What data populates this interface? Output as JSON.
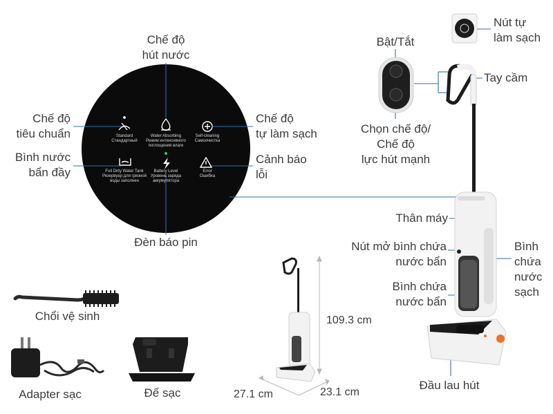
{
  "callouts": {
    "mode_suction_water": [
      "Chế độ",
      "hút nước"
    ],
    "mode_standard": [
      "Chế độ",
      "tiêu chuẩn"
    ],
    "mode_self_clean": [
      "Chế độ",
      "tự làm sạch"
    ],
    "dirty_tank_full": [
      "Bình nước",
      "bẩn đầy"
    ],
    "error_warning": [
      "Cảnh báo",
      "lỗi"
    ],
    "battery_light": "Đèn báo pin",
    "power": "Bật/Tắt",
    "mode_select": [
      "Chọn chế độ/",
      "Chế độ",
      "lực hút mạnh"
    ],
    "self_clean_button": [
      "Nút tự",
      "làm sạch"
    ],
    "handle": "Tay cầm",
    "body": "Thân máy",
    "dirty_tank_release": [
      "Nút mở bình chứa",
      "nước bẩn"
    ],
    "dirty_tank": [
      "Bình chứa",
      "nước bẩn"
    ],
    "clean_tank": [
      "Bình",
      "chứa",
      "nước",
      "sạch"
    ],
    "mop_head": "Đầu lau hút",
    "brush": "Chổi vệ sinh",
    "adapter": "Adapter sạc",
    "dock": "Đế sạc"
  },
  "display": {
    "standard": "Standard\nСтандартный",
    "water_absorbing": "Water Absorbing\nРежим интенсивного\nпоглощения влаги",
    "self_cleaning": "Self-cleaning\nСамоочистка",
    "full_dirty_tank": "Full Dirty Water Tank\nРезервуар для грязной\nводы заполнен",
    "battery_level": "Battery Level\nУровень заряда\nаккумулятора",
    "error": "Error\nОшибка"
  },
  "dimensions": {
    "height": "109.3 cm",
    "depth": "27.1 cm",
    "width": "23.1 cm"
  },
  "colors": {
    "line": "#2f6fb5",
    "display_bg": "#0b0b0b",
    "machine_white": "#f2f2f2",
    "machine_dark": "#1c1c1c",
    "accent_orange": "#e8742c",
    "battery_green": "#29d36a"
  }
}
